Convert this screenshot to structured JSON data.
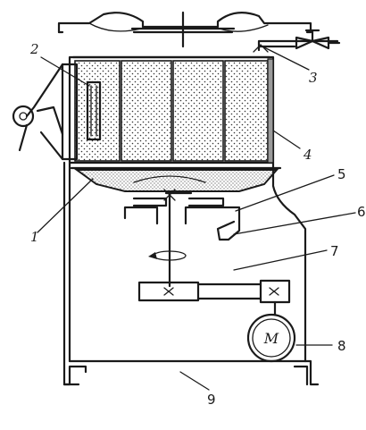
{
  "diagram": {
    "labels": {
      "l1": "1",
      "l2": "2",
      "l3": "3",
      "l4": "4",
      "l5": "5",
      "l6": "6",
      "l7": "7",
      "l8": "8",
      "l9": "9"
    },
    "motor_symbol": "M"
  }
}
